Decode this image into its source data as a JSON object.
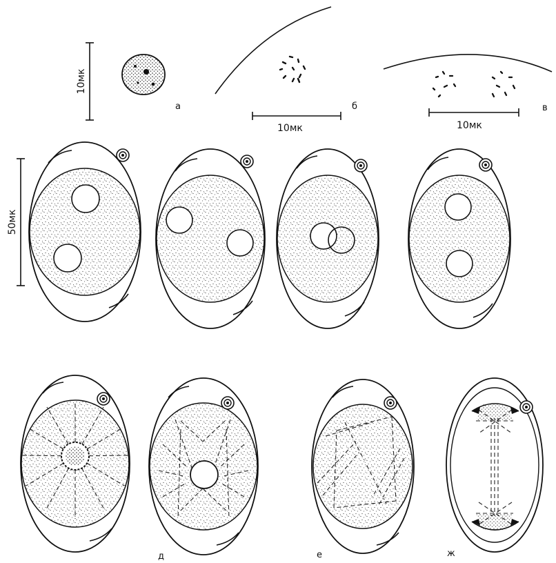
{
  "panel_labels": {
    "a": "а",
    "b": "б",
    "v": "в",
    "d": "д",
    "e": "е",
    "zh": "ж"
  },
  "scale_bars": {
    "small_vertical": "10мк",
    "small_b": "10мк",
    "small_v": "10мк",
    "large_vertical": "50мк"
  },
  "colors": {
    "ink": "#111111",
    "paper": "#ffffff",
    "stipple": "#3a3a3a"
  }
}
